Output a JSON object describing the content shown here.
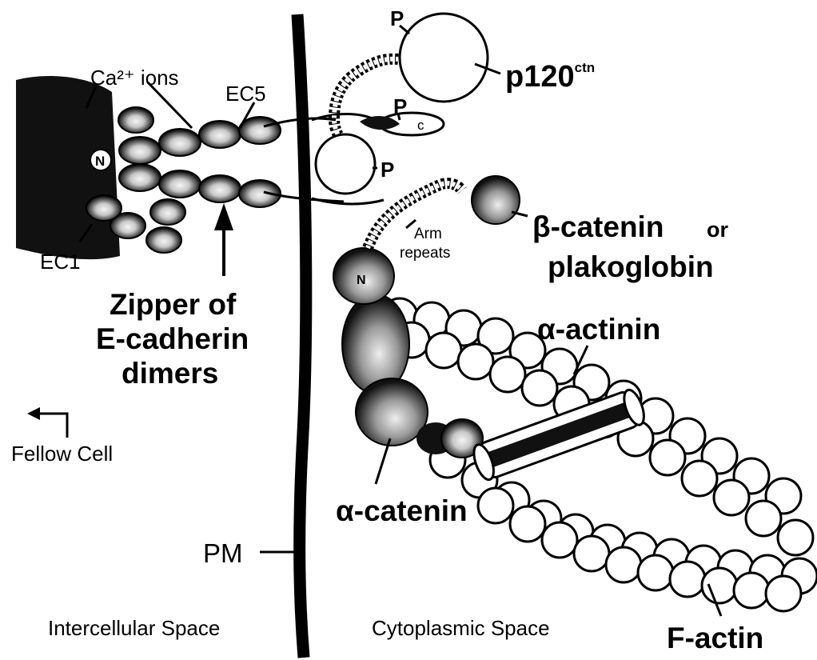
{
  "labels": {
    "ca_ions": "Ca²⁺ ions",
    "ec5": "EC5",
    "ec1": "EC1",
    "n_left": "N",
    "n_right": "N",
    "c_terminal": "c",
    "p1": "P",
    "p2": "P",
    "p3": "P",
    "p120_base": "p120",
    "p120_sup": "ctn",
    "beta_catenin": "β-catenin",
    "or_text": "or",
    "plakoglobin": "plakoglobin",
    "arm_line1": "Arm",
    "arm_line2": "repeats",
    "zipper_line1": "Zipper of",
    "zipper_line2": "E-cadherin",
    "zipper_line3": "dimers",
    "alpha_actinin": "α-actinin",
    "alpha_catenin": "α-catenin",
    "fellow_cell": "Fellow Cell",
    "pm": "PM",
    "intercellular": "Intercellular Space",
    "cytoplasmic": "Cytoplasmic Space",
    "f_actin": "F-actin"
  },
  "icons": {
    "fellow_arrow": "bent-arrow-left-icon",
    "zipper_arrow": "up-arrow-icon"
  }
}
